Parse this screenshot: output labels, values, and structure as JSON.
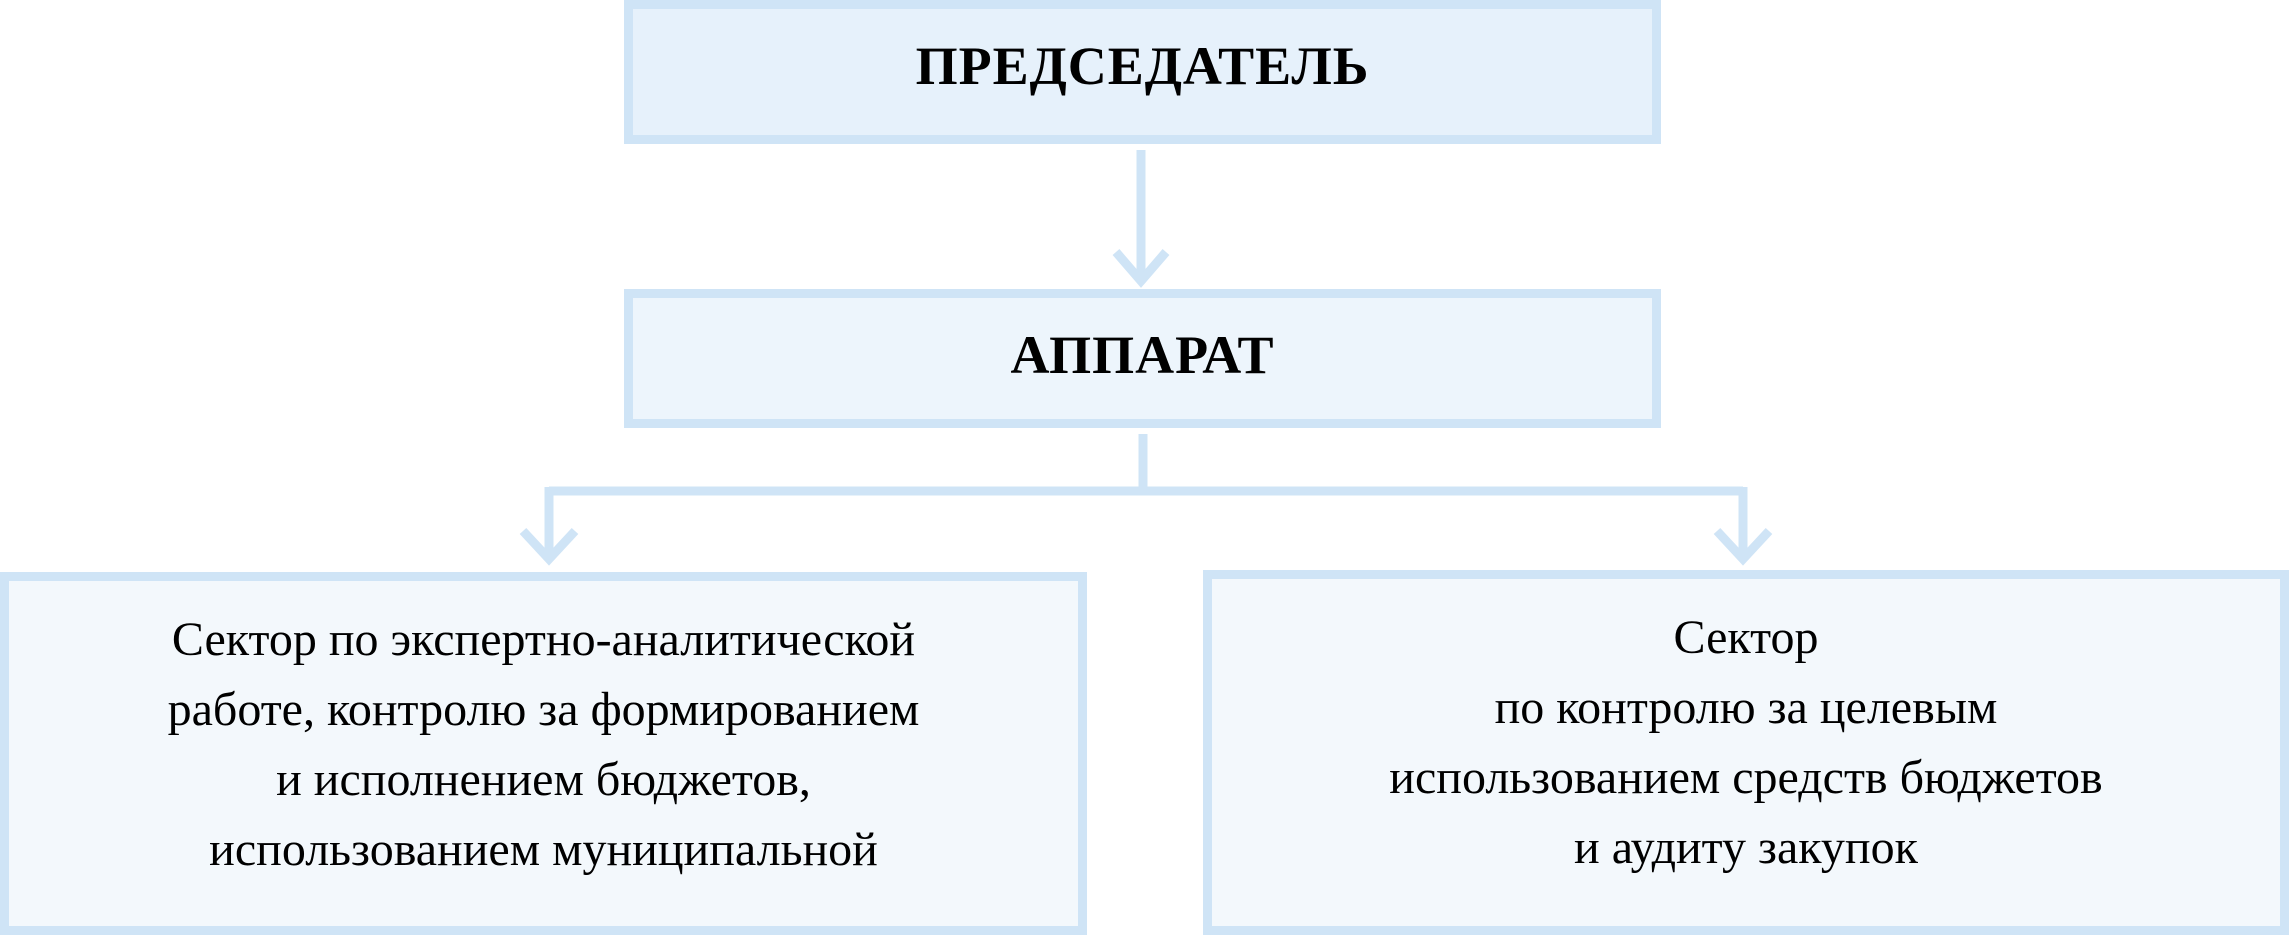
{
  "chairman": {
    "title": "ПРЕДСЕДАТЕЛЬ"
  },
  "apparatus": {
    "title": "АППАРАТ"
  },
  "sector_left": {
    "lines": [
      "Сектор по экспертно-аналитической",
      "работе, контролю за формированием",
      "и исполнением бюджетов,",
      "использованием муниципальной"
    ]
  },
  "sector_right": {
    "lines": [
      "Сектор",
      "по контролю за целевым",
      "использованием средств бюджетов",
      "и аудиту закупок"
    ]
  },
  "colors": {
    "box_border": "#cfe4f6",
    "connector": "#cfe4f6",
    "box_fill_top": "#e6f1fb",
    "box_fill_mid": "#edf5fc",
    "box_fill_bottom": "#f3f8fc",
    "text": "#000000"
  }
}
